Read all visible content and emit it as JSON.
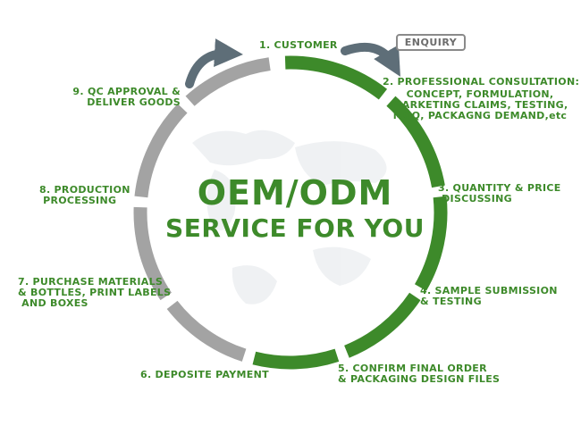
{
  "hub": {
    "title": "OEM/ODM",
    "subtitle": "SERVICE FOR YOU"
  },
  "badge": {
    "text": "ENQUIRY"
  },
  "steps": [
    {
      "text": "1. CUSTOMER"
    },
    {
      "text": "2. PROFESSIONAL CONSULTATION:"
    },
    {
      "text": "CONCEPT, FORMULATION,\nMARKETING CLAIMS, TESTING,\nMOQ, PACKAGNG DEMAND,etc"
    },
    {
      "text": "3. QUANTITY & PRICE\n DISCUSSING"
    },
    {
      "text": "4. SAMPLE SUBMISSION\n& TESTING"
    },
    {
      "text": "5. CONFIRM FINAL ORDER\n& PACKAGING DESIGN FILES"
    },
    {
      "text": "6. DEPOSITE PAYMENT"
    },
    {
      "text": "7. PURCHASE MATERIALS\n& BOTTLES, PRINT LABELS\n AND BOXES"
    },
    {
      "text": "8. PRODUCTION\n PROCESSING"
    },
    {
      "text": "9. QC APPROVAL &\n DELIVER GOODS"
    }
  ],
  "colors": {
    "green": "#3d8a2a",
    "gray": "#a3a3a3",
    "arrow": "#5e6e78",
    "badge_border": "#8a8a8a"
  }
}
